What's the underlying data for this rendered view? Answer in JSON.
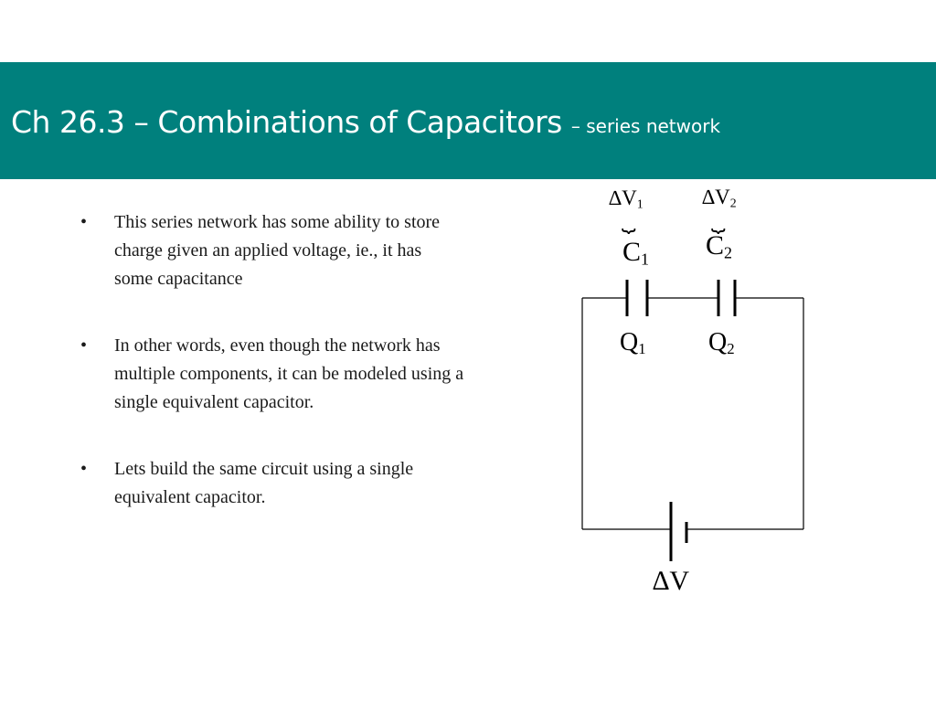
{
  "title": {
    "main": "Ch 26.3 – Combinations of Capacitors",
    "subtitle": "– series network"
  },
  "bullets": [
    {
      "marker": "•",
      "text": "This series network has some ability to store charge given an applied voltage, ie., it has some capacitance"
    },
    {
      "marker": "•",
      "text": "In other words, even though the network has multiple components, it can be modeled using a single equivalent capacitor."
    },
    {
      "marker": "•",
      "text": "Lets build the same circuit using a single equivalent capacitor."
    }
  ],
  "circuit": {
    "delta_v1": {
      "base": "∆V",
      "sub": "1"
    },
    "delta_v2": {
      "base": "∆V",
      "sub": "2"
    },
    "c1": {
      "base": "C",
      "sub": "1"
    },
    "c2": {
      "base": "C",
      "sub": "2"
    },
    "q1": {
      "base": "Q",
      "sub": "1"
    },
    "q2": {
      "base": "Q",
      "sub": "2"
    },
    "delta_v": "∆V",
    "brace": "⏟"
  }
}
